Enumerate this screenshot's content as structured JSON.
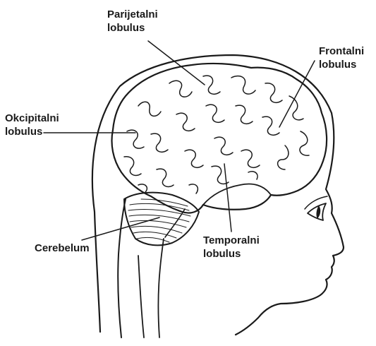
{
  "diagram": {
    "labels": {
      "parietal": {
        "line1": "Parijetalni",
        "line2": "lobulus"
      },
      "frontal": {
        "line1": "Frontalni",
        "line2": "lobulus"
      },
      "occipital": {
        "line1": "Okcipitalni",
        "line2": "lobulus"
      },
      "cerebellum": {
        "line1": "Cerebelum"
      },
      "temporal": {
        "line1": "Temporalni",
        "line2": "lobulus"
      }
    },
    "colors": {
      "ink": "#1a1a1a",
      "background": "#ffffff"
    }
  }
}
